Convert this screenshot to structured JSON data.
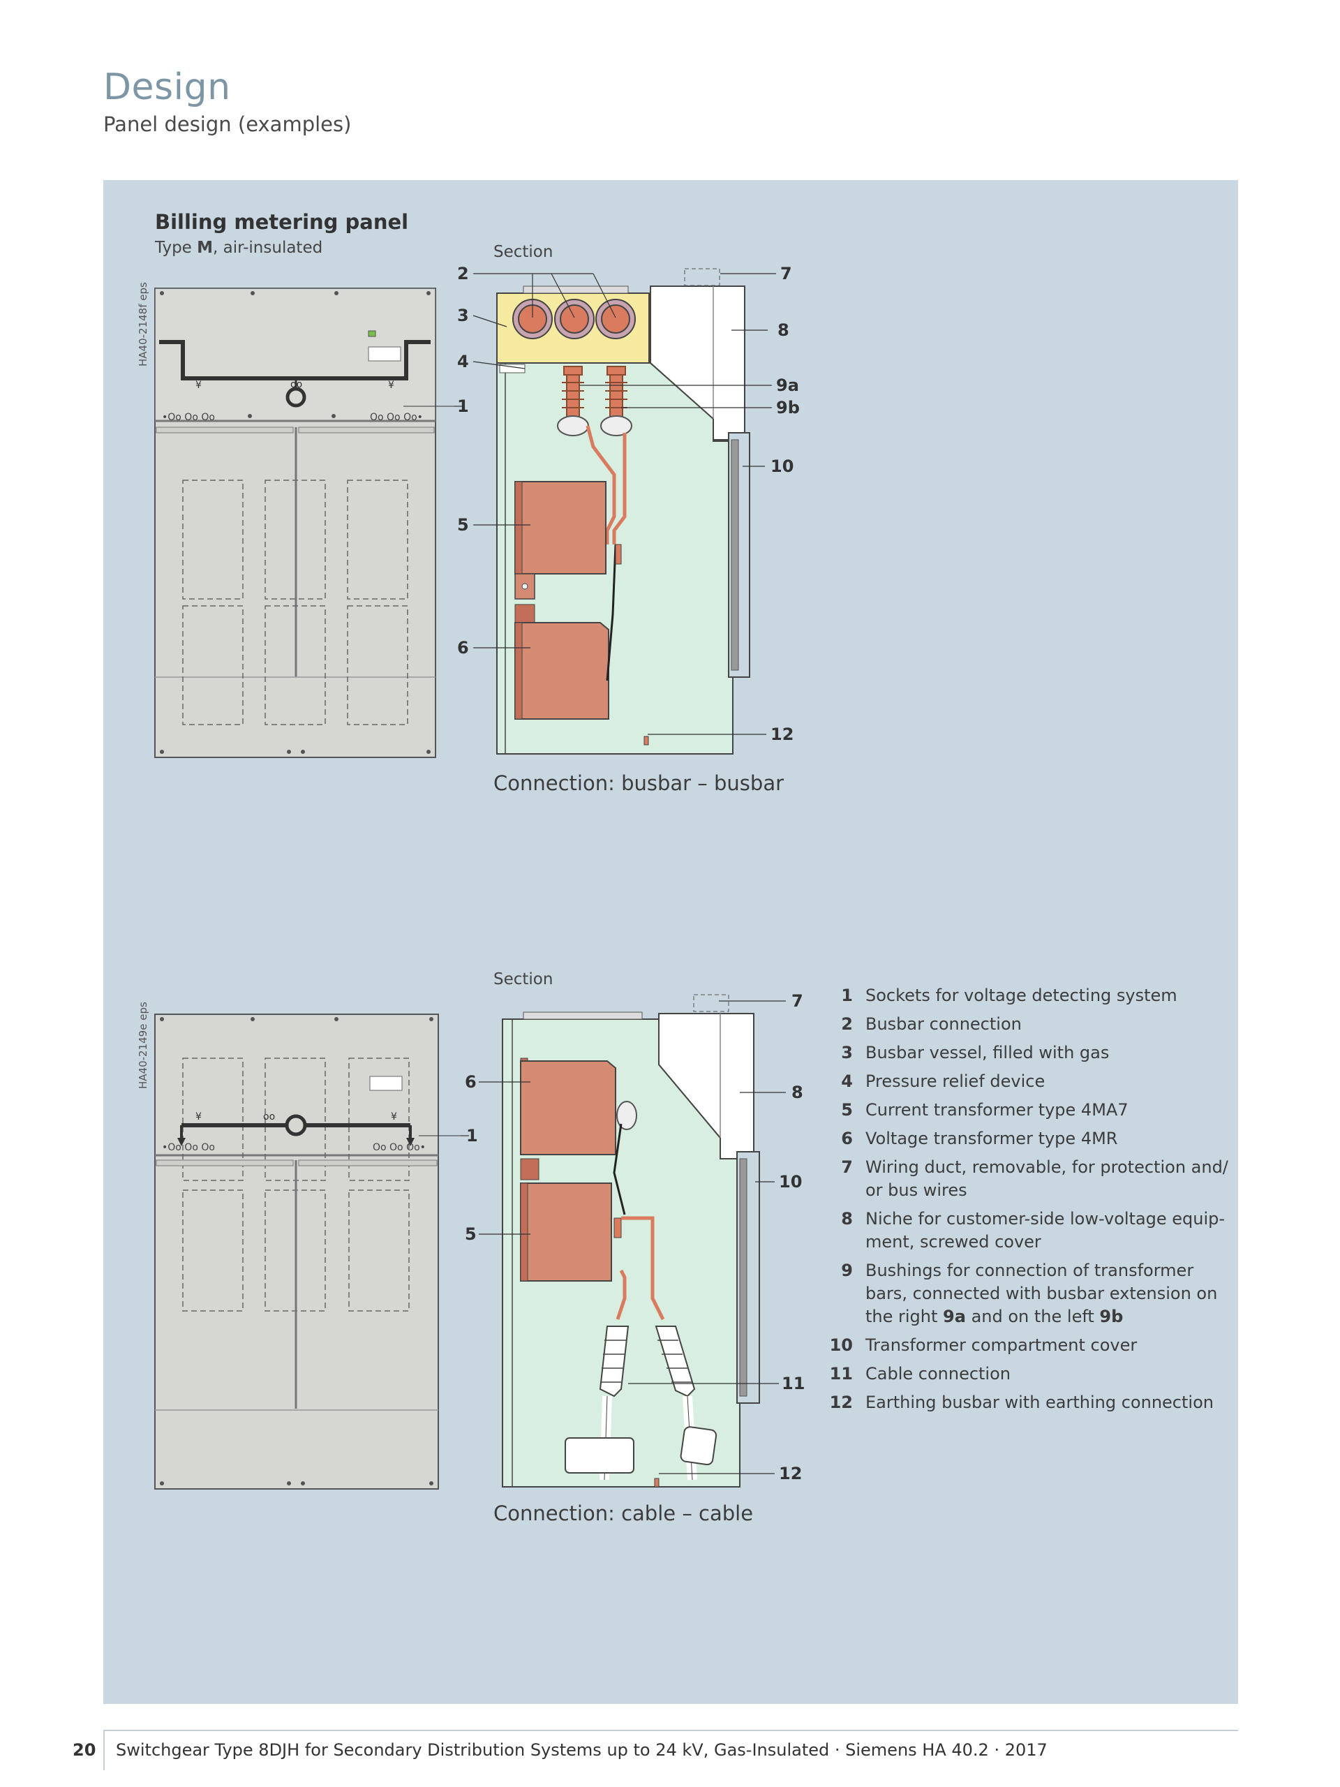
{
  "header": {
    "title": "Design",
    "subtitle": "Panel design (examples)"
  },
  "panel": {
    "heading": "Billing metering panel",
    "type_prefix": "Type ",
    "type_bold": "M",
    "type_suffix": ", air-insulated"
  },
  "figure_top": {
    "section_label": "Section",
    "side_code": "HA40-2148f eps",
    "caption": "Connection: busbar – busbar",
    "callouts": [
      "1",
      "2",
      "3",
      "4",
      "5",
      "6",
      "7",
      "8",
      "9a",
      "9b",
      "10",
      "12"
    ]
  },
  "figure_bottom": {
    "section_label": "Section",
    "side_code": "HA40-2149e eps",
    "caption": "Connection: cable – cable",
    "callouts": [
      "1",
      "5",
      "6",
      "7",
      "8",
      "10",
      "11",
      "12"
    ]
  },
  "legend": [
    {
      "num": "1",
      "text": "Sockets for voltage detecting system"
    },
    {
      "num": "2",
      "text": "Busbar connection"
    },
    {
      "num": "3",
      "text": "Busbar vessel, filled with gas"
    },
    {
      "num": "4",
      "text": "Pressure relief device"
    },
    {
      "num": "5",
      "text": "Current transformer type 4MA7"
    },
    {
      "num": "6",
      "text": "Voltage transformer type 4MR"
    },
    {
      "num": "7",
      "text": "Wiring duct, removable, for protection and/ or bus wires"
    },
    {
      "num": "8",
      "text": "Niche for customer-side low-voltage equip- ment, screwed cover"
    },
    {
      "num": "9",
      "text": "Bushings for connection of transformer bars, connected with busbar extension on the right",
      "bold_a": "9a",
      "mid": " and on the left ",
      "bold_b": "9b"
    },
    {
      "num": "10",
      "text": "Transformer compartment cover"
    },
    {
      "num": "11",
      "text": "Cable connection"
    },
    {
      "num": "12",
      "text": "Earthing busbar with earthing connection"
    }
  ],
  "footer": {
    "page_number": "20",
    "text": "Switchgear Type 8DJH for Secondary Distribution Systems up to 24 kV, Gas-Insulated · Siemens HA 40.2 · 2017"
  },
  "colors": {
    "title": "#7d96a6",
    "background_panel": "#c9d7e0",
    "cabinet": "#d6d6d2",
    "gas_compartment": "#d8eee0",
    "transformer": "#d58a74",
    "busbar_vessel": "#f6eaa0"
  }
}
